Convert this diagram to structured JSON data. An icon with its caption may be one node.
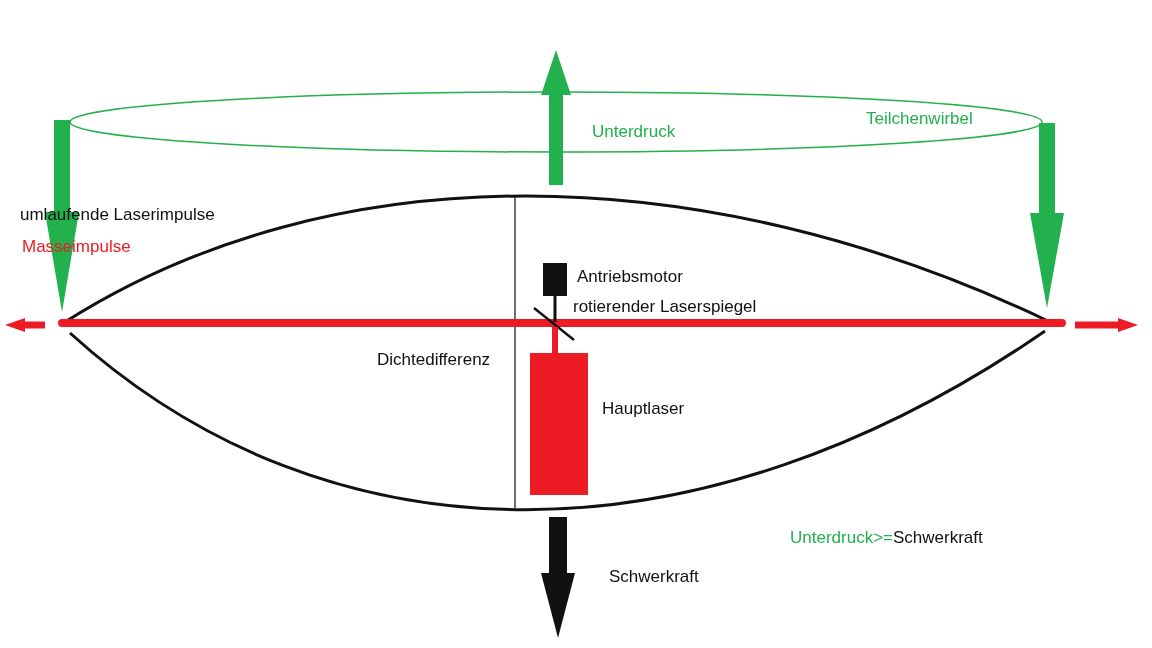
{
  "diagram": {
    "labels": [
      "Unterdruck",
      "Teilchenwirbel",
      "umlaufende Laserimpulse",
      "Masseimpulse",
      "Antriebsmotor",
      "rotierender Laserspiegel",
      "Dichtedifferenz",
      "Hauptlaser",
      "Unterdruck>=",
      "Schwerkraft",
      "Schwerkraft"
    ]
  }
}
